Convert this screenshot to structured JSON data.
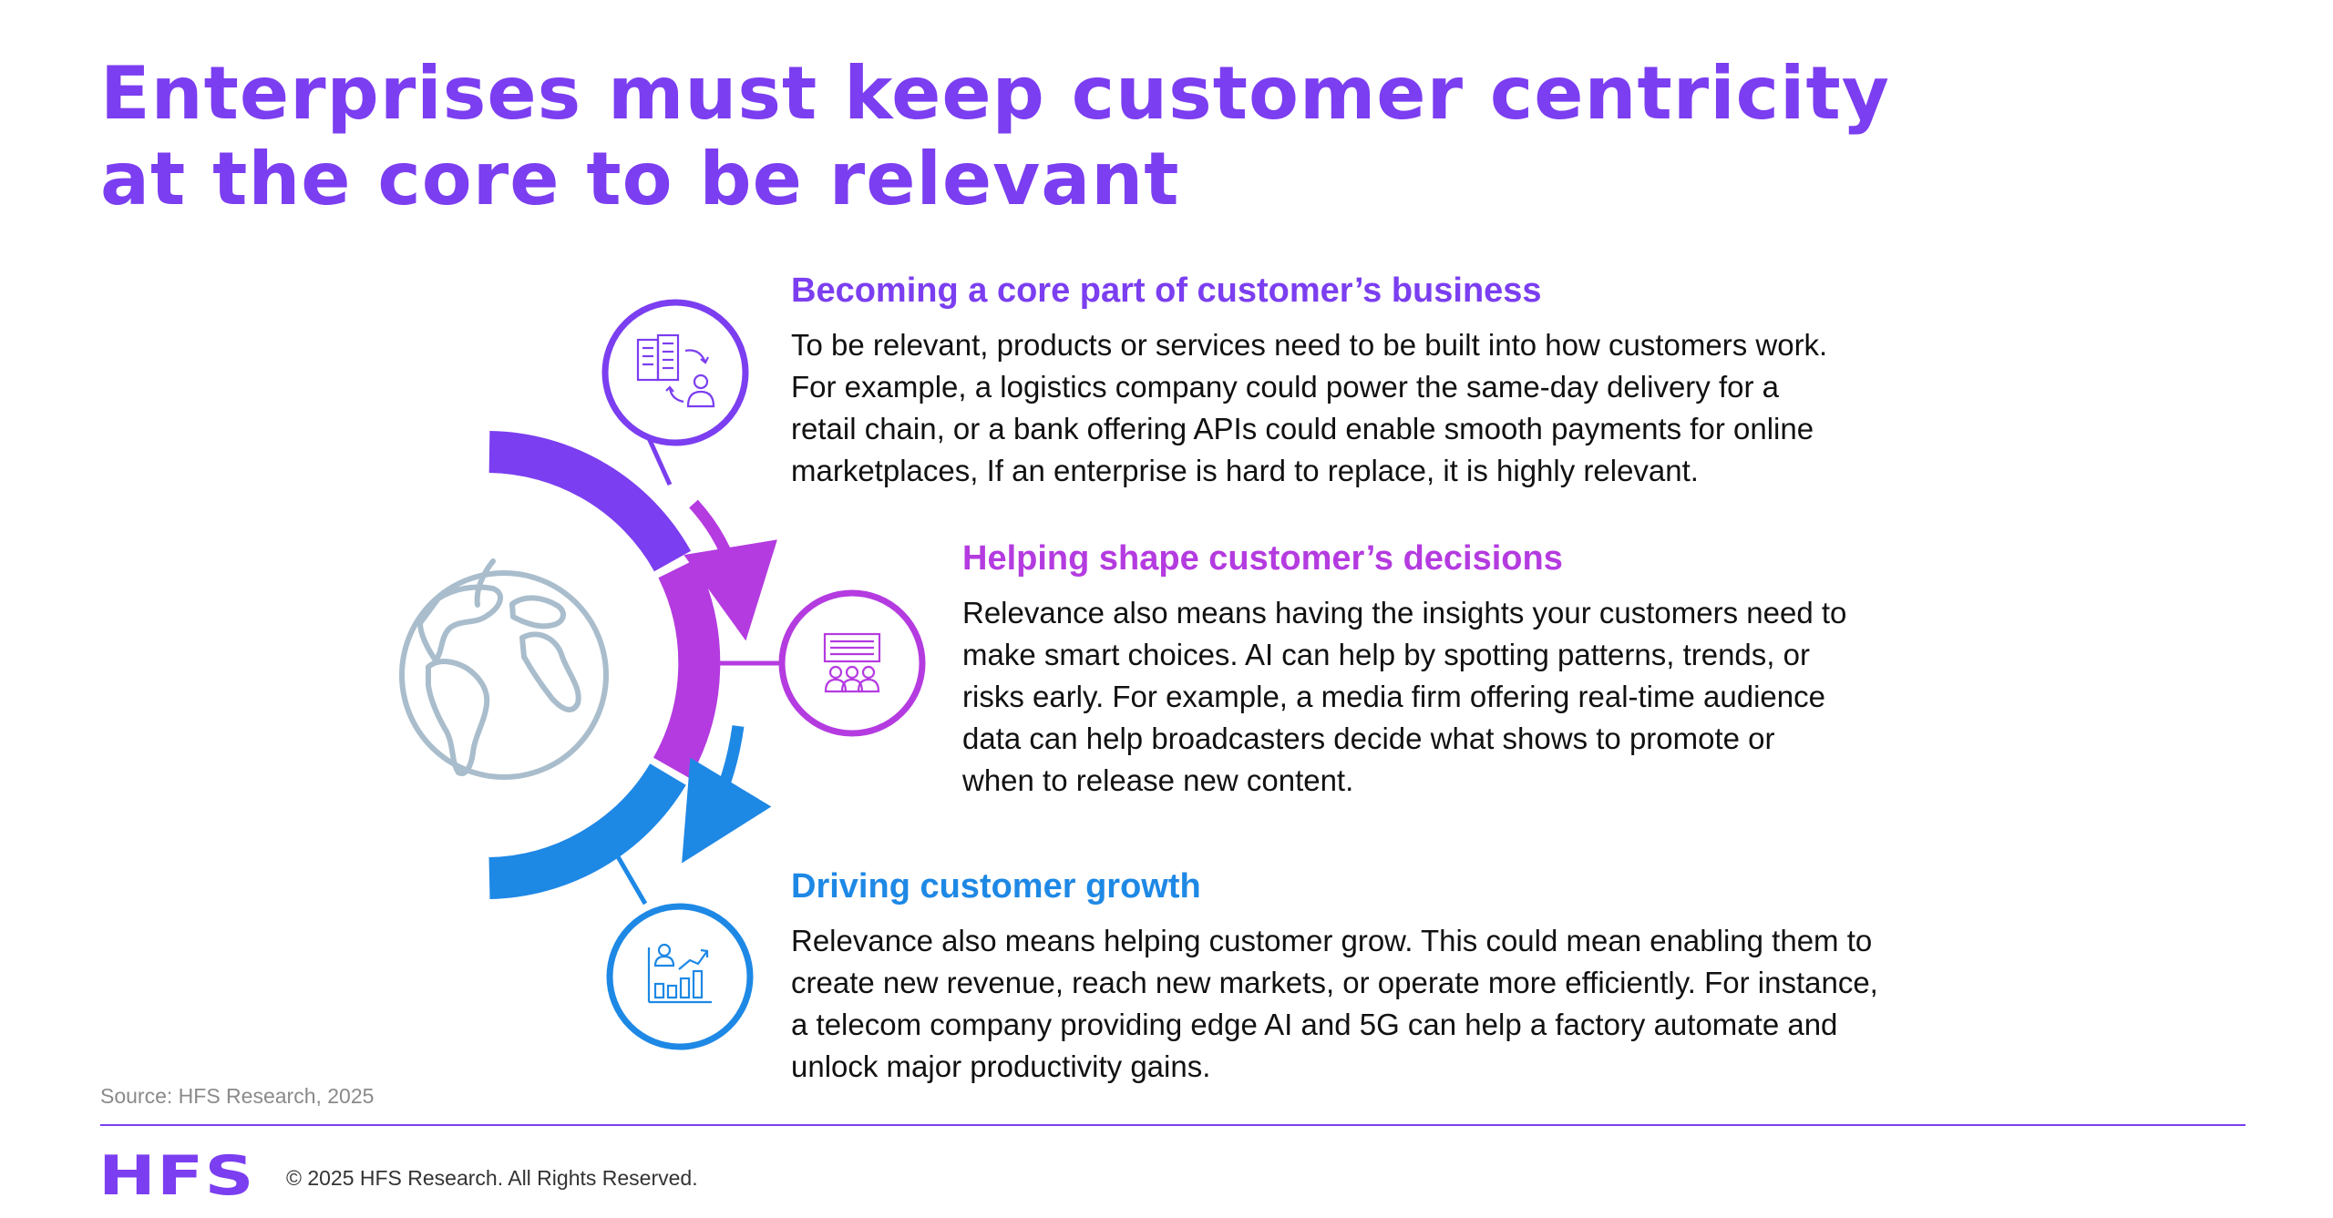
{
  "title": {
    "line1": "Enterprises must keep customer centricity",
    "line2": "at the core to be relevant"
  },
  "colors": {
    "title": "#7b3ef0",
    "purple": "#7b3ef0",
    "magenta": "#b43be0",
    "blue": "#1e88e5",
    "globe": "#a9bdcc"
  },
  "icons": {
    "item1": "building-person-exchange-icon",
    "item2": "presentation-audience-icon",
    "item3": "growth-chart-person-icon",
    "center": "globe-icon"
  },
  "items": [
    {
      "heading": "Becoming a core part of customer’s business",
      "lines": [
        "To be relevant, products or services need to be built into how customers work.",
        "For example, a logistics company could power the same-day delivery for a",
        "retail chain, or a bank offering APIs could enable smooth payments for online",
        "marketplaces, If an enterprise is hard to replace, it is highly relevant."
      ]
    },
    {
      "heading": "Helping shape customer’s decisions",
      "lines": [
        "Relevance also means having the insights your customers need to",
        "make smart choices. AI can help by spotting patterns, trends, or",
        "risks early. For example, a media firm offering real-time audience",
        "data can help broadcasters decide what shows to promote or",
        "when to release new content."
      ]
    },
    {
      "heading": "Driving customer growth",
      "lines": [
        "Relevance also means helping customer grow. This could mean enabling them to",
        "create new revenue, reach new markets, or operate more efficiently. For instance,",
        "a telecom company providing edge AI and 5G can help a factory automate and",
        "unlock major productivity gains."
      ]
    }
  ],
  "source": "Source: HFS Research, 2025",
  "footer": {
    "logo": "HFS",
    "copyright": "© 2025 HFS Research. All Rights Reserved."
  }
}
